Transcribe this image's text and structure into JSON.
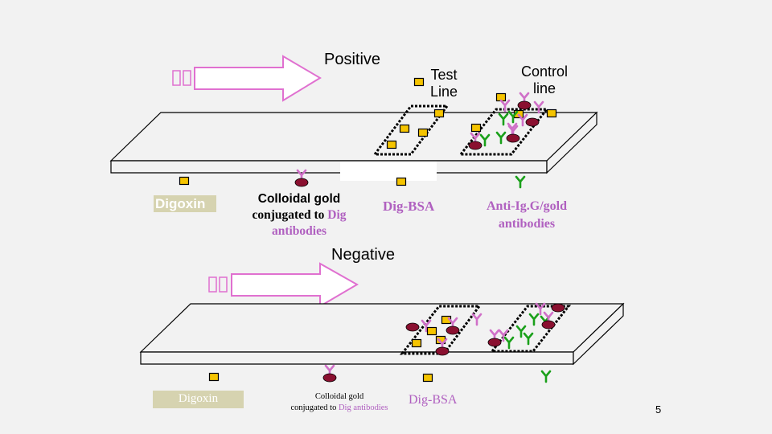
{
  "positive": {
    "title": "Positive",
    "arrow_text": "▯▯",
    "test_line": [
      "Test",
      "Line"
    ],
    "control_line": [
      "Control",
      "line"
    ]
  },
  "negative": {
    "title": "Negative",
    "arrow_text": "▯▯"
  },
  "legend_top": {
    "digoxin": "Digoxin",
    "colloidal_gold": [
      "Colloidal gold",
      "conjugated to",
      "Dig",
      "antibodies"
    ],
    "dig_bsa": "Dig-BSA",
    "anti_igg": [
      "Anti-Ig.G/gold",
      "antibodies"
    ]
  },
  "legend_bottom": {
    "digoxin": "Digoxin",
    "colloidal_gold": [
      "Colloidal gold",
      "conjugated to",
      "Dig antibodies"
    ],
    "dig_bsa": "Dig-BSA"
  },
  "page_number": "5",
  "colors": {
    "gold": "#f5c400",
    "antibody_pink": "#d070c8",
    "antibody_green": "#1aa01a",
    "particle": "#8a1030",
    "dig_text": "#b060c0",
    "arrow_fill": "#ffffff",
    "arrow_stroke": "#e070d0"
  }
}
